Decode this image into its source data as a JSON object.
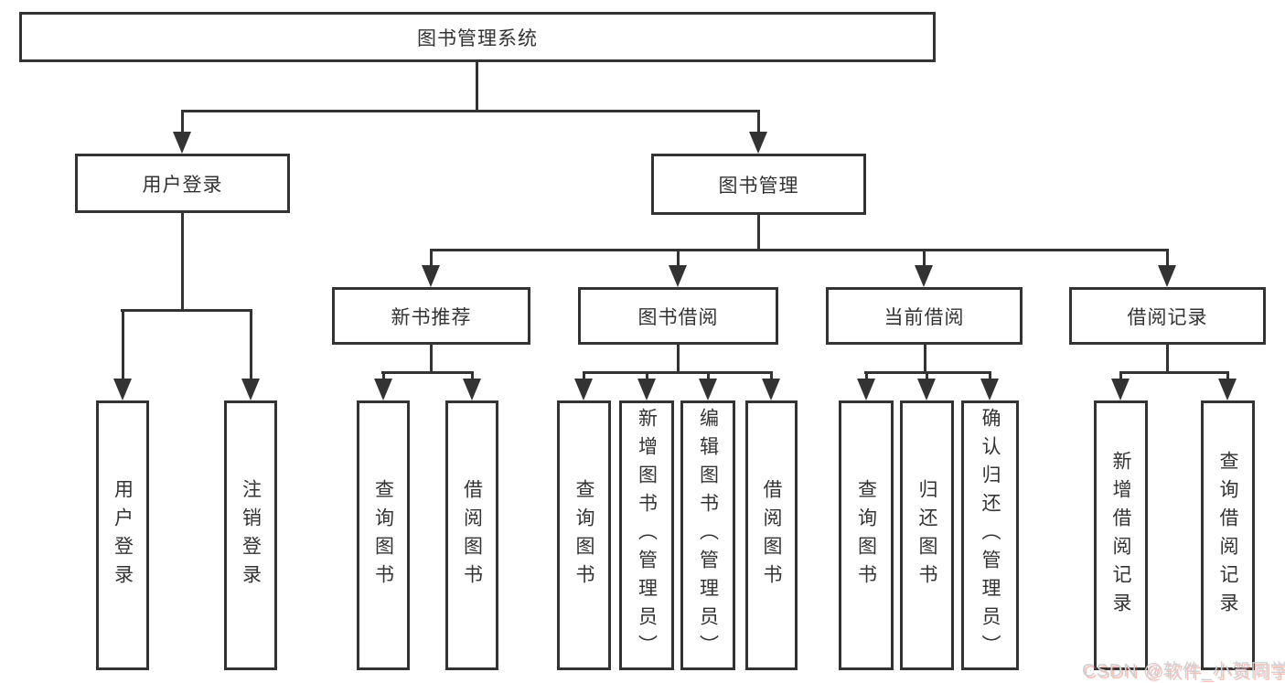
{
  "colors": {
    "line": "#333333",
    "box_fill": "#ffffff",
    "text": "#333333",
    "background": "#ffffff",
    "watermark_gray": "#cdd1d6",
    "watermark_accent": "#fc5531"
  },
  "watermark": {
    "text": "CSDN @软件_小贺同学"
  },
  "tree": {
    "root": {
      "label": "图书管理系统",
      "children": [
        {
          "label": "用户登录",
          "children": [
            {
              "label": "用户登录"
            },
            {
              "label": "注销登录"
            }
          ]
        },
        {
          "label": "图书管理",
          "children": [
            {
              "label": "新书推荐",
              "children": [
                {
                  "label": "查询图书"
                },
                {
                  "label": "借阅图书"
                }
              ]
            },
            {
              "label": "图书借阅",
              "children": [
                {
                  "label": "查询图书"
                },
                {
                  "label": "新增图书（管理员）"
                },
                {
                  "label": "编辑图书（管理员）"
                },
                {
                  "label": "借阅图书"
                }
              ]
            },
            {
              "label": "当前借阅",
              "children": [
                {
                  "label": "查询图书"
                },
                {
                  "label": "归还图书"
                },
                {
                  "label": "确认归还（管理员）"
                }
              ]
            },
            {
              "label": "借阅记录",
              "children": [
                {
                  "label": "新增借阅记录"
                },
                {
                  "label": "查询借阅记录"
                }
              ]
            }
          ]
        }
      ]
    }
  }
}
